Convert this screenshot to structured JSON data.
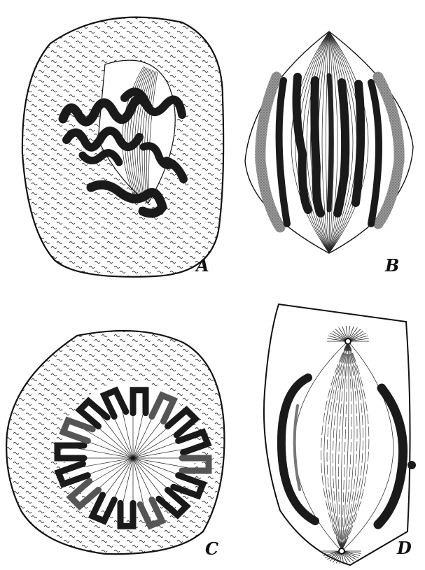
{
  "panels": [
    {
      "id": "A",
      "label": "A"
    },
    {
      "id": "B",
      "label": "B"
    },
    {
      "id": "C",
      "label": "C"
    },
    {
      "id": "D",
      "label": "D"
    }
  ],
  "colors": {
    "ink": "#111111",
    "chromosome": "#1a1a1a",
    "granular": "#7a7a7a",
    "background": "#ffffff"
  }
}
